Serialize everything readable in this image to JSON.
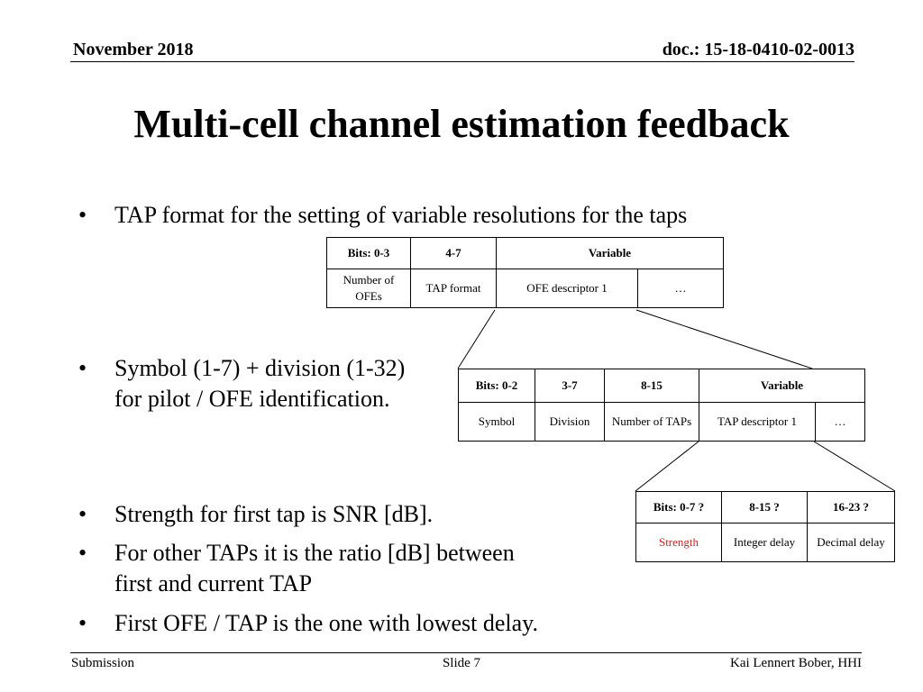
{
  "header": {
    "date": "November 2018",
    "doc": "doc.: 15-18-0410-02-0013"
  },
  "title": "Multi-cell channel estimation feedback",
  "bullets": [
    {
      "marker": "•",
      "text": "TAP format for the setting of variable resolutions for the taps"
    },
    {
      "marker": "•",
      "lines": [
        "Symbol (1-7) + division (1-32)",
        "for pilot / OFE identification."
      ]
    },
    {
      "marker": "•",
      "text": "Strength for first tap is SNR [dB]."
    },
    {
      "marker": "•",
      "lines": [
        "For other TAPs it is the ratio [dB] between",
        "first and current TAP"
      ]
    },
    {
      "marker": "•",
      "text": "First OFE / TAP is the one with lowest delay."
    }
  ],
  "table_top": {
    "header": [
      "Bits: 0-3",
      "4-7",
      "Variable"
    ],
    "row": [
      "Number of OFEs",
      "TAP format",
      "OFE descriptor 1",
      "…"
    ]
  },
  "table_middle": {
    "header": [
      "Bits: 0-2",
      "3-7",
      "8-15",
      "Variable"
    ],
    "row": [
      "Symbol",
      "Division",
      "Number of TAPs",
      "TAP descriptor 1",
      "…"
    ]
  },
  "table_bottom": {
    "header": [
      "Bits: 0-7 ?",
      "8-15 ?",
      "16-23 ?"
    ],
    "row": [
      "Strength",
      "Integer delay",
      "Decimal delay"
    ],
    "highlight_color": "#e0201a"
  },
  "footer": {
    "left": "Submission",
    "center": "Slide 7",
    "right": "Kai Lennert Bober, HHI"
  }
}
